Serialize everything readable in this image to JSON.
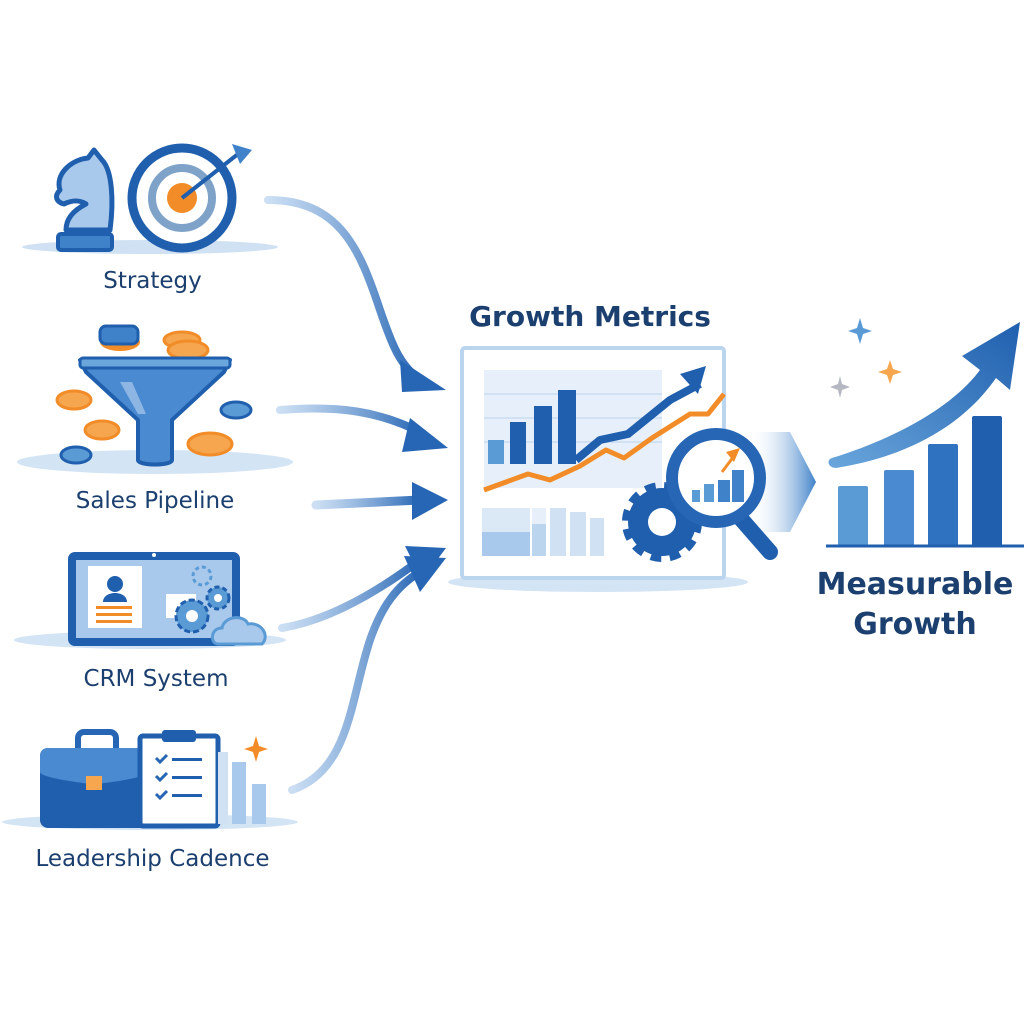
{
  "diagram": {
    "type": "flow",
    "inputs": [
      {
        "id": "strategy",
        "label": "Strategy",
        "icons": [
          "chess-knight-icon",
          "target-arrow-icon"
        ]
      },
      {
        "id": "sales-pipeline",
        "label": "Sales Pipeline",
        "icons": [
          "funnel-icon",
          "coins-icon"
        ]
      },
      {
        "id": "crm-system",
        "label": "CRM System",
        "icons": [
          "tablet-profile-icon",
          "gears-icon",
          "cloud-icon"
        ]
      },
      {
        "id": "leadership-cadence",
        "label": "Leadership Cadence",
        "icons": [
          "briefcase-icon",
          "checklist-clipboard-icon",
          "bar-chart-icon",
          "sparkle-icon"
        ]
      }
    ],
    "hub": {
      "title": "Growth Metrics",
      "icons": [
        "dashboard-chart-icon",
        "gear-icon",
        "magnifier-icon"
      ]
    },
    "output": {
      "label_line1": "Measurable",
      "label_line2": "Growth",
      "icons": [
        "rising-bar-chart-icon",
        "up-arrow-icon",
        "sparkle-icon"
      ]
    },
    "edges": [
      {
        "from": "strategy",
        "to": "hub"
      },
      {
        "from": "sales-pipeline",
        "to": "hub"
      },
      {
        "from": "crm-system",
        "to": "hub"
      },
      {
        "from": "leadership-cadence",
        "to": "hub"
      },
      {
        "from": "hub",
        "to": "output"
      }
    ],
    "colors": {
      "primary_blue": "#1f5fae",
      "light_blue": "#5b9bd5",
      "pale_blue": "#dbe9f7",
      "orange": "#f28c28",
      "text": "#1b3f6e"
    }
  }
}
